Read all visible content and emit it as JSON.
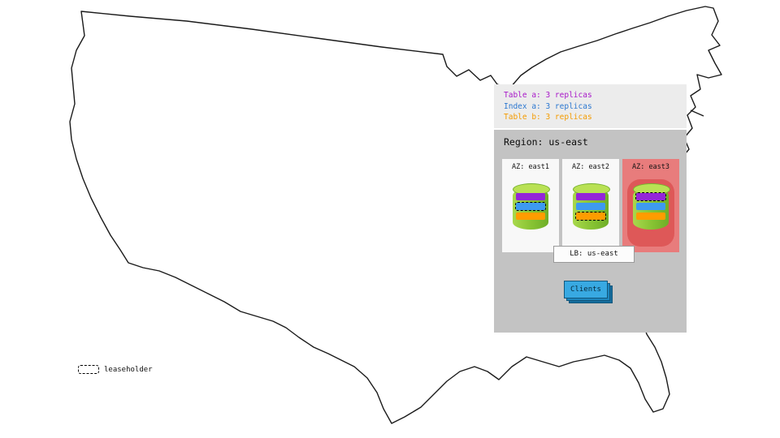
{
  "replica_legend": {
    "items": [
      {
        "label": "Table a: 3 replicas",
        "color": "#a819c9"
      },
      {
        "label": "Index a: 3 replicas",
        "color": "#2d78d0"
      },
      {
        "label": "Table b: 3 replicas",
        "color": "#f49b00"
      }
    ]
  },
  "region": {
    "label": "Region: us-east",
    "azs": [
      {
        "label": "AZ: east1",
        "highlighted": false,
        "replicas": [
          {
            "name": "table-a",
            "color": "#9426d8",
            "leaseholder": false
          },
          {
            "name": "index-a",
            "color": "#3e9af0",
            "leaseholder": true
          },
          {
            "name": "table-b",
            "color": "#ff9c00",
            "leaseholder": false
          }
        ]
      },
      {
        "label": "AZ: east2",
        "highlighted": false,
        "replicas": [
          {
            "name": "table-a",
            "color": "#9426d8",
            "leaseholder": false
          },
          {
            "name": "index-a",
            "color": "#3e9af0",
            "leaseholder": false
          },
          {
            "name": "table-b",
            "color": "#ff9c00",
            "leaseholder": true
          }
        ]
      },
      {
        "label": "AZ: east3",
        "highlighted": true,
        "replicas": [
          {
            "name": "table-a",
            "color": "#9426d8",
            "leaseholder": true
          },
          {
            "name": "index-a",
            "color": "#3e9af0",
            "leaseholder": false
          },
          {
            "name": "table-b",
            "color": "#ff9c00",
            "leaseholder": false
          }
        ]
      }
    ],
    "load_balancer": {
      "label": "LB: us-east"
    },
    "clients": {
      "label": "Clients"
    }
  },
  "map_legend": {
    "leaseholder": "leaseholder"
  },
  "colors": {
    "legend_bg": "#ececec",
    "region_bg": "#c3c3c3",
    "az_bg": "#f8f8f8",
    "az_hot_bg": "#e87c7c",
    "az_hot_blob": "#de5858",
    "cylinder_green": "#8cc63e",
    "replica_purple": "#9426d8",
    "replica_blue": "#3e9af0",
    "replica_orange": "#ff9c00",
    "clients_blue": "#38a9e2"
  }
}
